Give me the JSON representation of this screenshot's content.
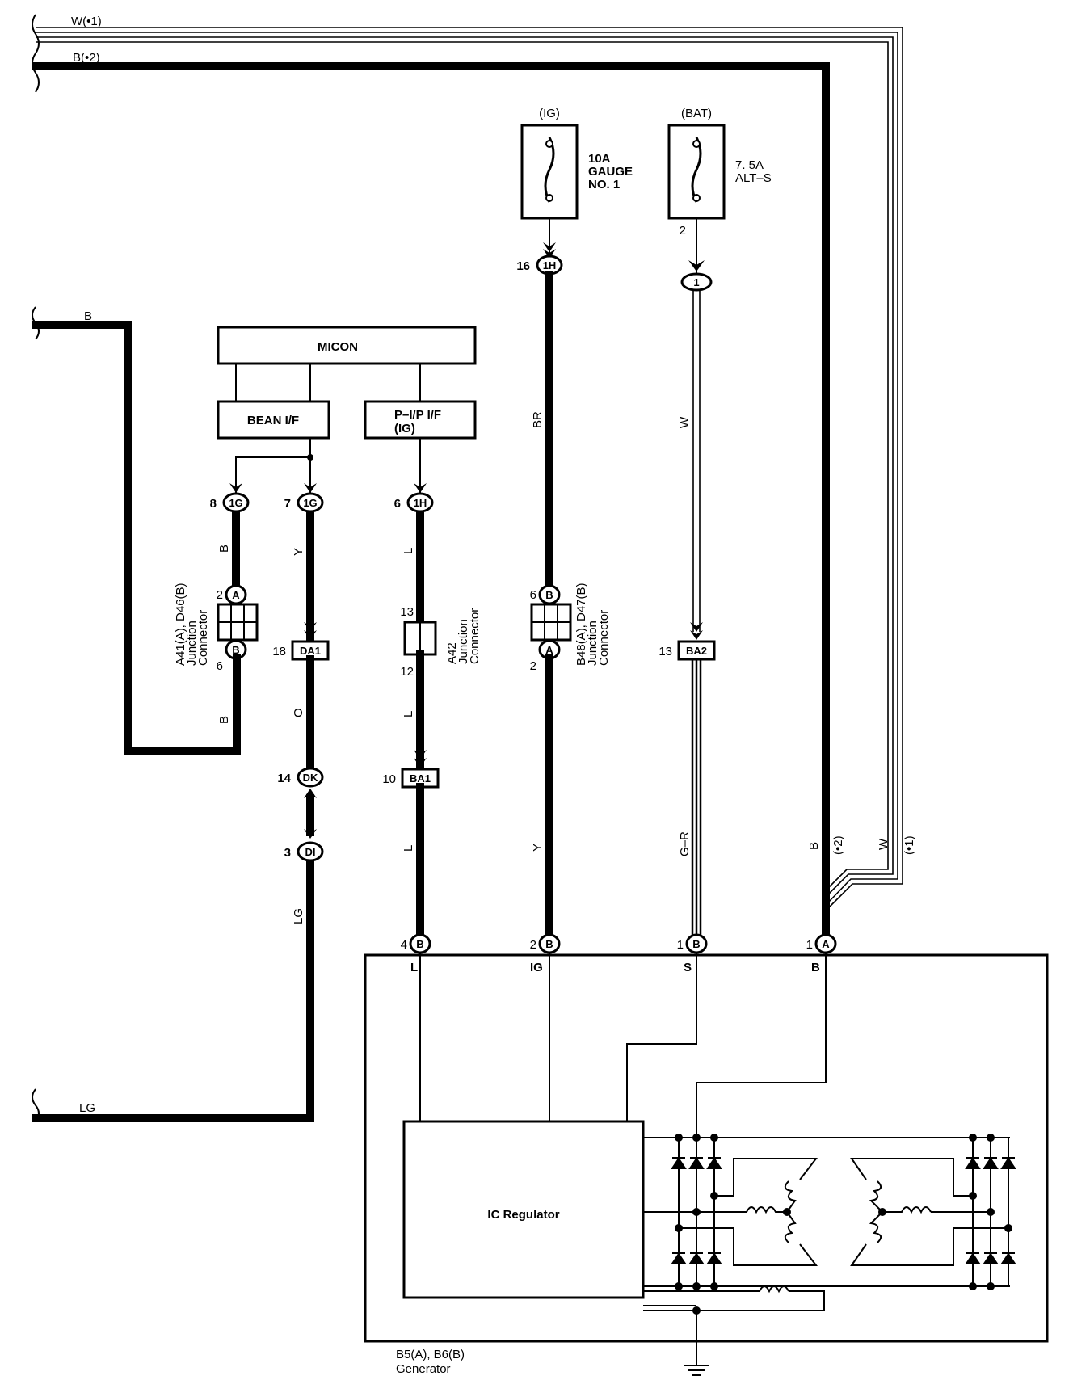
{
  "wires_top": {
    "w1": "W(•1)",
    "b2": "B(•2)",
    "b_left": "B",
    "lg_left": "LG"
  },
  "fuses": {
    "ig": {
      "supply": "(IG)",
      "rating": "10A",
      "name1": "GAUGE",
      "name2": "NO. 1"
    },
    "bat": {
      "supply": "(BAT)",
      "rating": "7. 5A",
      "name": "ALT–S",
      "pin": "2"
    }
  },
  "micon": {
    "title": "MICON",
    "bean": "BEAN I/F",
    "pip1": "P–I/P I/F",
    "pip2": "(IG)"
  },
  "connectors": {
    "ig8": {
      "pin": "8",
      "code": "1G"
    },
    "ig7": {
      "pin": "7",
      "code": "1G"
    },
    "ih6": {
      "pin": "6",
      "code": "1H"
    },
    "ih16": {
      "pin": "16",
      "code": "1H"
    },
    "c1": {
      "code": "1"
    },
    "a2": {
      "pin": "2",
      "code": "A"
    },
    "b6": {
      "pin": "6",
      "code": "B"
    },
    "da1": {
      "pin": "18",
      "code": "DA1"
    },
    "dk": {
      "pin": "14",
      "code": "DK"
    },
    "di": {
      "pin": "3",
      "code": "DI"
    },
    "a42_top": {
      "pin": "13"
    },
    "a42_bot": {
      "pin": "12"
    },
    "ba1": {
      "pin": "10",
      "code": "BA1"
    },
    "b48_top": {
      "pin": "6",
      "code": "B"
    },
    "b48_bot": {
      "pin": "2",
      "code": "A"
    },
    "ba2": {
      "pin": "13",
      "code": "BA2"
    },
    "gen_l": {
      "pin": "4",
      "code": "B",
      "term": "L"
    },
    "gen_ig": {
      "pin": "2",
      "code": "B",
      "term": "IG"
    },
    "gen_s": {
      "pin": "1",
      "code": "B",
      "term": "S"
    },
    "gen_b": {
      "pin": "1",
      "code": "A",
      "term": "B"
    }
  },
  "junctions": {
    "j1": {
      "l1": "A41(A), D46(B)",
      "l2": "Junction",
      "l3": "Connector"
    },
    "j2": {
      "l1": "A42",
      "l2": "Junction",
      "l3": "Connector"
    },
    "j3": {
      "l1": "B48(A), D47(B)",
      "l2": "Junction",
      "l3": "Connector"
    }
  },
  "wire_colors": {
    "b_a": "B",
    "y": "Y",
    "l_a": "L",
    "br": "BR",
    "w": "W",
    "b_b": "B",
    "o": "O",
    "l_b": "L",
    "l_c": "L",
    "y2": "Y",
    "gr": "G–R",
    "b_c": "B",
    "b_c_ref": "(•2)",
    "w_c": "W",
    "w_c_ref": "(•1)",
    "lg": "LG"
  },
  "generator": {
    "regulator": "IC Regulator",
    "name1": "B5(A), B6(B)",
    "name2": "Generator"
  }
}
